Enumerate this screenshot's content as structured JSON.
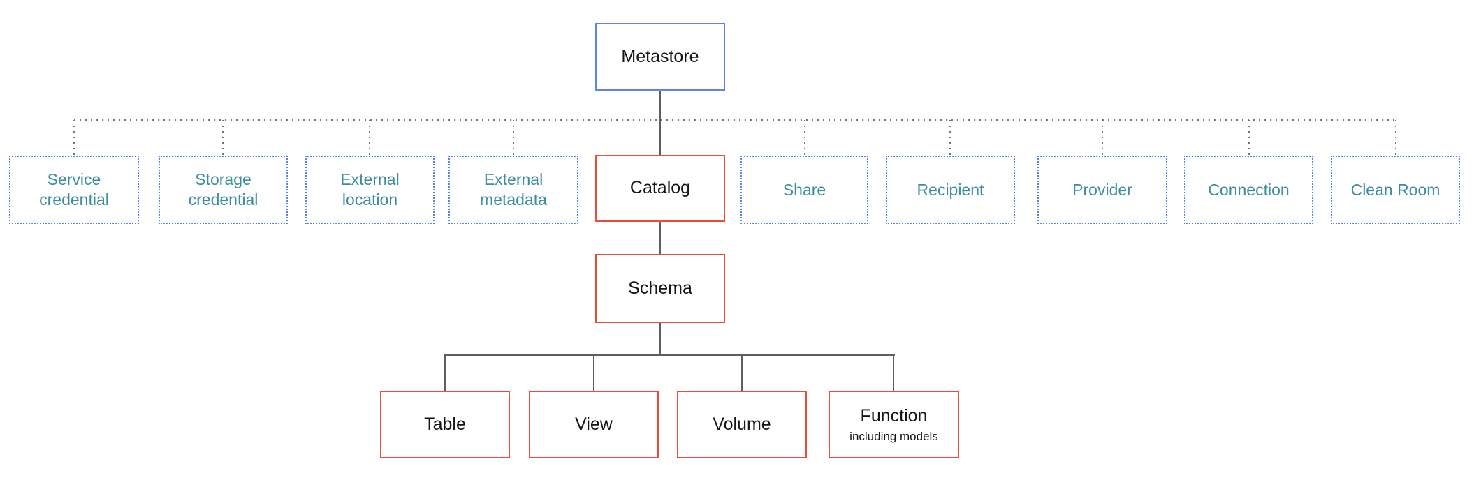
{
  "diagram": {
    "type": "hierarchy",
    "colors": {
      "metastore_border": "#5c87e8",
      "entity_border": "#f04a38",
      "satellite_border": "#5b82e8",
      "satellite_text": "#3d8d9d",
      "connector_line": "#5f5f5f",
      "dotted_rail": "#757575",
      "node_text": "#151515",
      "background": "#ffffff"
    },
    "nodes": {
      "metastore": {
        "label": "Metastore"
      },
      "catalog": {
        "label": "Catalog"
      },
      "schema": {
        "label": "Schema"
      },
      "children": [
        {
          "id": "table",
          "label": "Table"
        },
        {
          "id": "view",
          "label": "View"
        },
        {
          "id": "volume",
          "label": "Volume"
        },
        {
          "id": "function",
          "label": "Function",
          "sublabel": "including models"
        }
      ],
      "satellites": [
        {
          "id": "service-credential",
          "label": "Service credential"
        },
        {
          "id": "storage-credential",
          "label": "Storage credential"
        },
        {
          "id": "external-location",
          "label": "External location"
        },
        {
          "id": "external-metadata",
          "label": "External metadata"
        },
        {
          "id": "share",
          "label": "Share"
        },
        {
          "id": "recipient",
          "label": "Recipient"
        },
        {
          "id": "provider",
          "label": "Provider"
        },
        {
          "id": "connection",
          "label": "Connection"
        },
        {
          "id": "clean-room",
          "label": "Clean Room"
        }
      ]
    }
  }
}
